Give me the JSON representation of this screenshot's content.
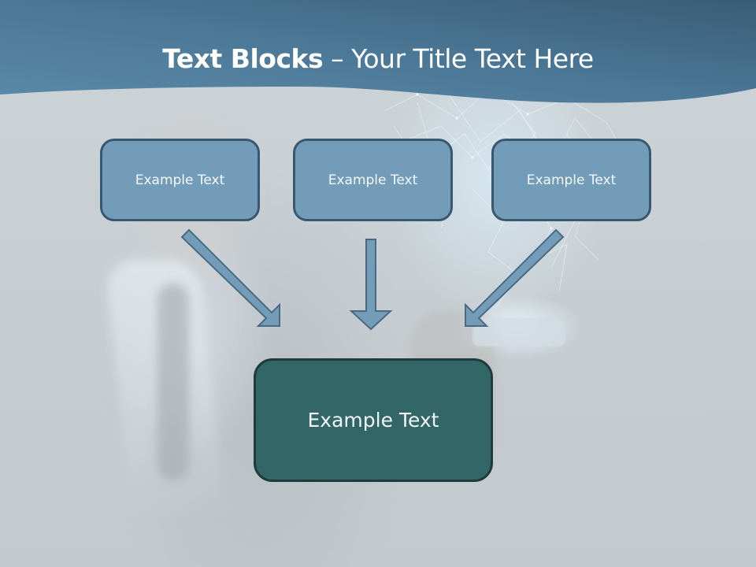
{
  "slide": {
    "title_bold": "Text Blocks",
    "title_dash": " – ",
    "title_light": "Your Title Text Here"
  },
  "diagram": {
    "top_boxes": [
      {
        "label": "Example Text"
      },
      {
        "label": "Example Text"
      },
      {
        "label": "Example Text"
      }
    ],
    "bottom_box": {
      "label": "Example Text"
    },
    "arrows": [
      {
        "from": "top_boxes.0",
        "to": "bottom_box",
        "direction": "down-right"
      },
      {
        "from": "top_boxes.1",
        "to": "bottom_box",
        "direction": "down"
      },
      {
        "from": "top_boxes.2",
        "to": "bottom_box",
        "direction": "down-left"
      }
    ]
  },
  "colors": {
    "header_blue": "#4f7a98",
    "box_fill": "#729cb7",
    "box_border": "#385870",
    "main_box_fill": "#336666",
    "main_box_border": "#1e3c3c",
    "arrow_fill": "#729cb7",
    "arrow_stroke": "#4a6a82"
  }
}
